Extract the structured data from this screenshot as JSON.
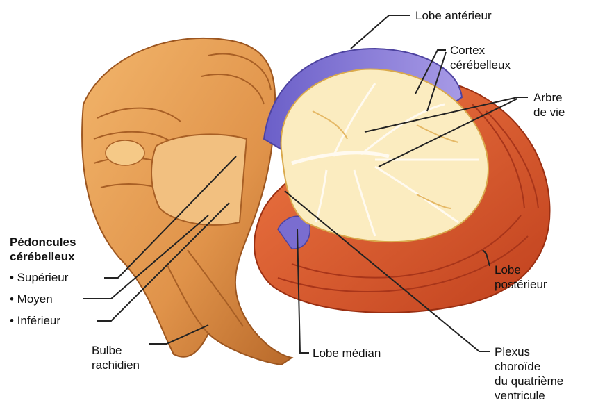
{
  "labels": {
    "lobe_anterieur": "Lobe antérieur",
    "cortex": [
      "Cortex",
      "cérébelleux"
    ],
    "arbre_de_vie": [
      "Arbre",
      "de vie"
    ],
    "pedoncules": [
      "Pédoncules",
      "cérébelleux"
    ],
    "superieur": "• Supérieur",
    "moyen": "• Moyen",
    "inferieur": "• Inférieur",
    "bulbe": [
      "Bulbe",
      "rachidien"
    ],
    "lobe_median": "Lobe médian",
    "lobe_posterieur": [
      "Lobe",
      "postérieur"
    ],
    "plexus": [
      "Plexus",
      "choroïde",
      "du quatrième",
      "ventricule"
    ]
  },
  "colors": {
    "brainstem": "#e39a4c",
    "brainstem_dark": "#b8692a",
    "cortex_red": "#e05a2e",
    "cortex_dark": "#b83a1a",
    "anterior_lobe": "#8c7fd6",
    "white_matter": "#fbecc0",
    "leader_line": "#222222"
  }
}
